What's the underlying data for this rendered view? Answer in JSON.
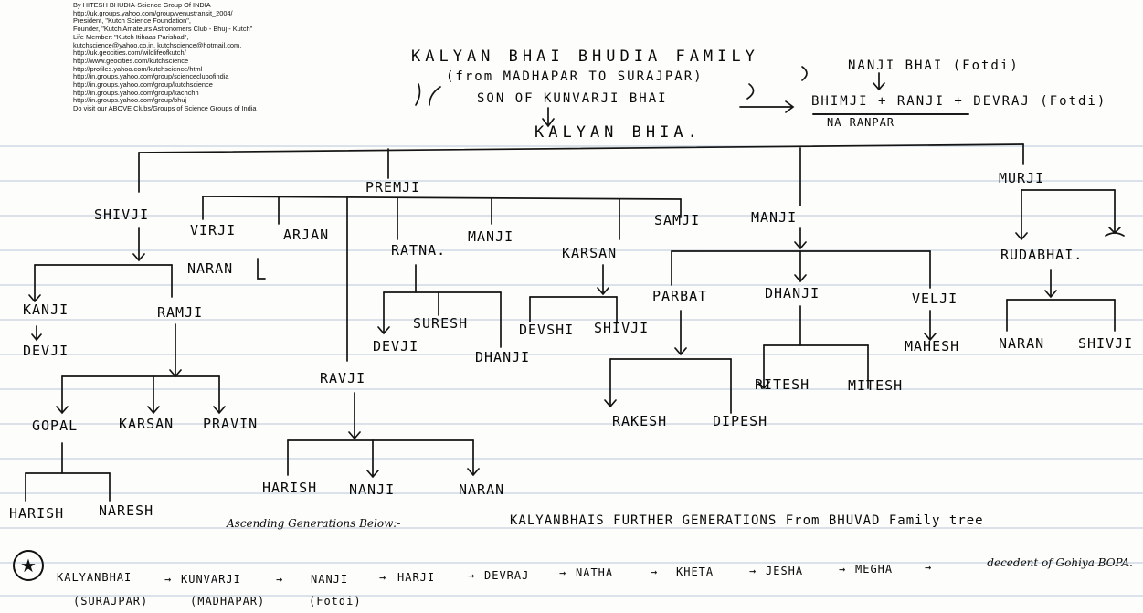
{
  "header_lines": [
    "By HITESH BHUDIA-Science Group Of INDIA",
    "http://uk.groups.yahoo.com/group/venustransit_2004/",
    "President, \"Kutch Science Foundation\",",
    "Founder, \"Kutch Amateurs Astronomers Club - Bhuj - Kutch\"",
    "Life Member: \"Kutch Itihaas Parishad\",",
    "kutchscience@yahoo.co.in, kutchscience@hotmail.com,",
    "http://uk.geocities.com/wildlifeofkutch/",
    "http://www.geocities.com/kutchscience",
    "http://profiles.yahoo.com/kutchscience/html",
    "http://in.groups.yahoo.com/group/scienceclubofindia",
    "http://in.groups.yahoo.com/group/kutchscience",
    "http://in.groups.yahoo.com/group/kachchh",
    "http://in.groups.yahoo.com/group/bhuj",
    "Do visit our ABOVE Clubs/Groups of Science Groups of India"
  ],
  "title": {
    "line1": "KALYAN BHAI BHUDIA FAMILY",
    "line2": "(from MADHAPAR TO SURAJPAR)",
    "son_of": "SON OF KUNVARJI BHAI",
    "root": "KALYAN BHIA."
  },
  "top_right": {
    "nanji": "NANJI BHAI (Fotdi)",
    "brothers": "BHIMJI + RANJI + DEVRAJ (Fotdi)",
    "naranpar": "NA RANPAR"
  },
  "people": {
    "shivji": "SHIVJI",
    "premji": "PREMJI",
    "murji": "MURJI",
    "virji": "VIRJI",
    "naran_v": "NARAN",
    "arjan": "ARJAN",
    "ratna": "RATNA.",
    "manji_p": "MANJI",
    "karsan_p": "KARSAN",
    "samji": "SAMJI",
    "manji": "MANJI",
    "rudabhai": "RUDABHAI.",
    "kanji": "KANJI",
    "devji_k": "DEVJI",
    "ramji": "RAMJI",
    "ravji": "RAVJI",
    "suresh": "SURESH",
    "devji_r": "DEVJI",
    "dhanji_r": "DHANJI",
    "devshi": "DEVSHI",
    "shivji_k": "SHIVJI",
    "parbat": "PARBAT",
    "dhanji_m": "DHANJI",
    "velji": "VELJI",
    "mahesh": "MAHESH",
    "naran_r": "NARAN",
    "shivji_r": "SHIVJI",
    "ritesh": "RITESH",
    "mitesh": "MITESH",
    "rakesh": "RAKESH",
    "dipesh": "DIPESH",
    "gopal": "GOPAL",
    "karsan_r": "KARSAN",
    "pravin": "PRAVIN",
    "harish_g": "HARISH",
    "naresh_g": "NARESH",
    "harish_v": "HARISH",
    "nanji_v": "NANJI",
    "naran_rv": "NARAN"
  },
  "ascending_label": "Ascending Generations Below:-",
  "further_title": "KALYANBHAIS FURTHER GENERATIONS From BHUVAD Family tree",
  "chain": [
    "KALYANBHAI",
    "KUNVARJI",
    "NANJI",
    "HARJI",
    "DEVRAJ",
    "NATHA",
    "KHETA",
    "JESHA",
    "MEGHA",
    "decedent of Gohiya BOPA."
  ],
  "chain_places": [
    "(SURAJPAR)",
    "(MADHAPAR)",
    "(Fotdi)"
  ],
  "star_symbol": "★"
}
